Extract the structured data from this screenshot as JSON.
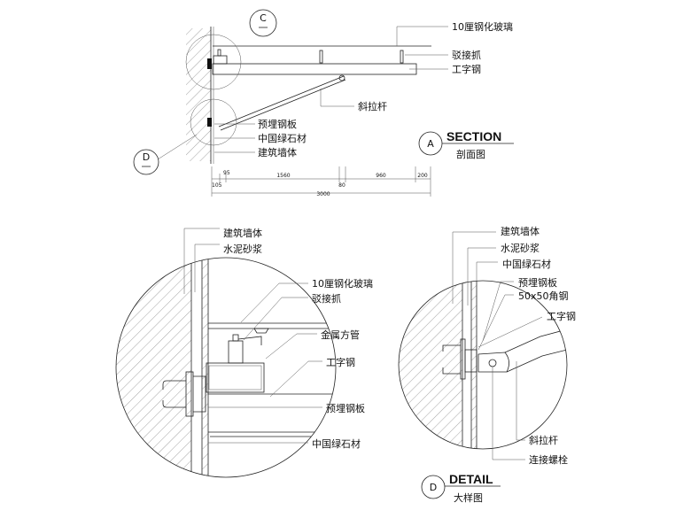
{
  "section": {
    "callout_c": "C",
    "callout_d": "D",
    "labels": {
      "glass": "10厘钢化玻璃",
      "spider": "驳接抓",
      "ibeam": "工字钢",
      "strut": "斜拉杆",
      "plate": "预埋钢板",
      "stone": "中国绿石材",
      "wall": "建筑墙体"
    },
    "title_letter": "A",
    "title": "SECTION",
    "subtitle": "剖面图",
    "dimensions": {
      "d95": "95",
      "d1560": "1560",
      "d960": "960",
      "d200": "200",
      "d105": "105",
      "d80": "80",
      "d3000": "3000"
    }
  },
  "detail_c": {
    "labels": {
      "wall": "建筑墙体",
      "mortar": "水泥砂浆",
      "glass": "10厘钢化玻璃",
      "spider": "驳接抓",
      "tube": "金属方管",
      "ibeam": "工字钢",
      "plate": "预埋钢板",
      "stone": "中国绿石材"
    }
  },
  "detail_d": {
    "labels": {
      "wall": "建筑墙体",
      "mortar": "水泥砂浆",
      "stone": "中国绿石材",
      "plate": "预埋钢板",
      "angle": "50x50角钢",
      "ibeam": "工字钢",
      "strut": "斜拉杆",
      "bolt": "连接螺栓"
    },
    "title_letter": "D",
    "title": "DETAIL",
    "subtitle": "大样图"
  }
}
